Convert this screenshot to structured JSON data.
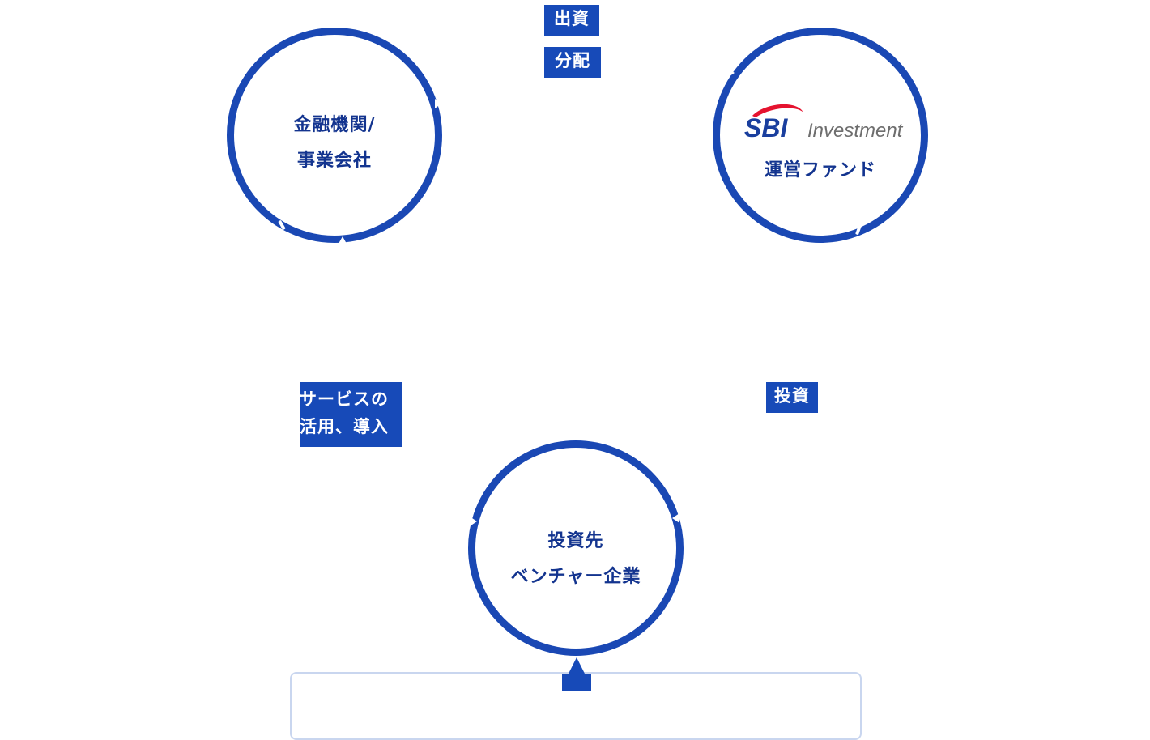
{
  "nodes": {
    "companies": {
      "line1": "金融機関/",
      "line2": "事業会社"
    },
    "fund": {
      "logo_mark": "SBI",
      "logo_word": "Investment",
      "line1": "運営ファンド"
    },
    "ventures": {
      "line1": "投資先",
      "line2": "ベンチャー企業"
    }
  },
  "labels": {
    "invest": "出資",
    "distribution": "分配",
    "service_line1": "サービスの",
    "service_line2": "活用、導入",
    "investment": "投資"
  },
  "colors": {
    "ring": "#1a48b4",
    "label_bg": "#174ab8",
    "node_text": "#13348f",
    "logo_red": "#e5132f",
    "logo_blue": "#1a3f9e",
    "logo_gray": "#6e6e6e"
  }
}
